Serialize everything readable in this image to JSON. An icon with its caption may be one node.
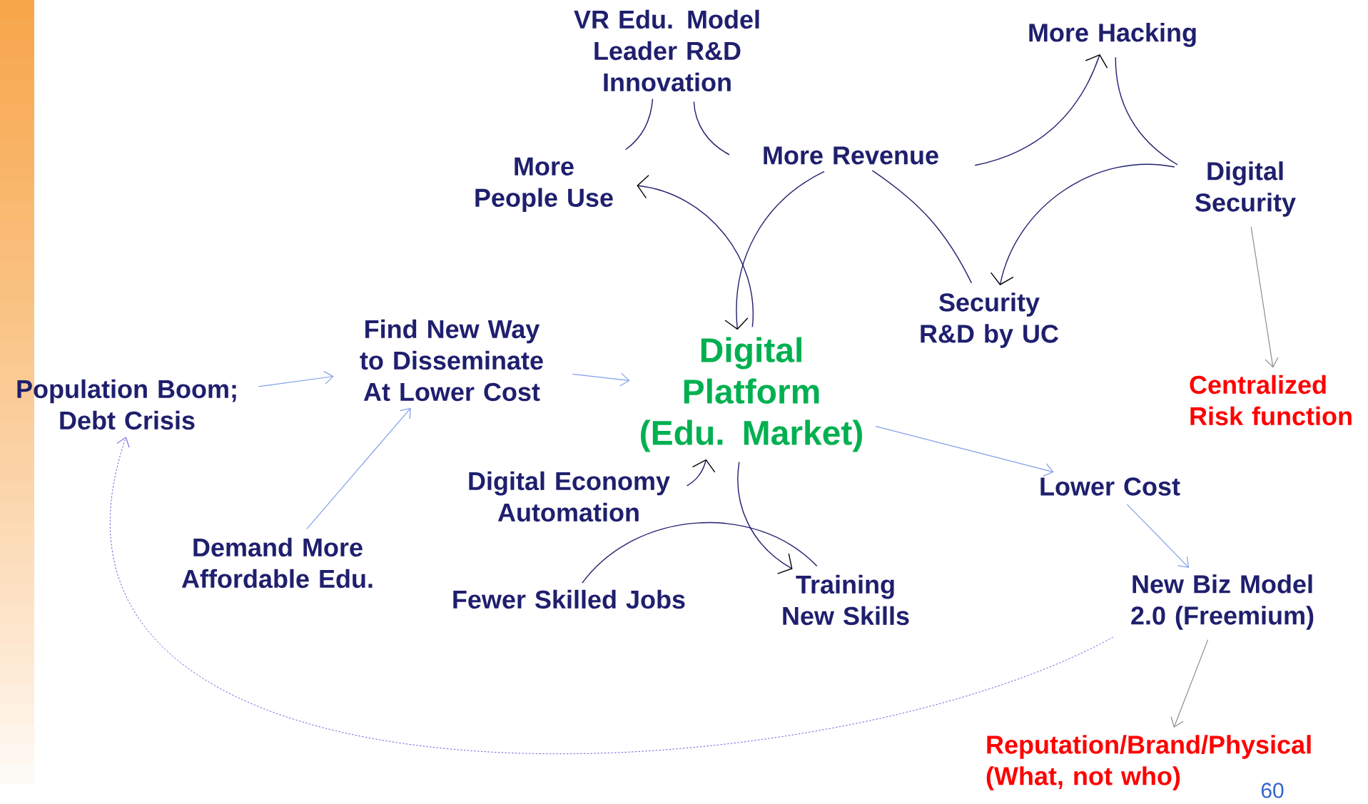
{
  "diagram": {
    "nodes": [
      {
        "text": [
          "VR Edu. Model Leader R&D Innovation"
        ]
      },
      {
        "text": [
          "More Hacking"
        ]
      },
      {
        "text": [
          "More People Use"
        ]
      },
      {
        "text": [
          "More Revenue"
        ]
      },
      {
        "text": [
          "Digital Security"
        ]
      },
      {
        "text": [
          "Security R&D by UC"
        ]
      },
      {
        "text": [
          "Find New Way to Disseminate At Lower Cost"
        ]
      },
      {
        "text": [
          "Digital Platform (Edu. Market)"
        ]
      },
      {
        "text": [
          "Population Boom; Debt Crisis"
        ]
      },
      {
        "text": [
          "Centralized Risk function"
        ]
      },
      {
        "text": [
          "Lower Cost"
        ]
      },
      {
        "text": [
          "Digital Economy Automation"
        ]
      },
      {
        "text": [
          "Demand More Affordable Edu."
        ]
      },
      {
        "text": [
          "Fewer Skilled Jobs"
        ]
      },
      {
        "text": [
          "Training New Skills"
        ]
      },
      {
        "text": [
          "New Biz Model 2.0 (Freemium)"
        ]
      },
      {
        "text": [
          "Reputation/Brand/Physical (What, not who)"
        ]
      }
    ],
    "edges": [
      {
        "from": 7,
        "to": 2,
        "arrow": "to"
      },
      {
        "from": 2,
        "to": 0,
        "arrow": "none"
      },
      {
        "from": 0,
        "to": 3,
        "arrow": "none"
      },
      {
        "from": 3,
        "to": 7,
        "arrow": "to"
      },
      {
        "from": 3,
        "to": 1,
        "arrow": "to"
      },
      {
        "from": 1,
        "to": 4,
        "arrow": "none"
      },
      {
        "from": 4,
        "to": 5,
        "arrow": "to"
      },
      {
        "from": 5,
        "to": 3,
        "arrow": "none"
      },
      {
        "from": 7,
        "to": 14,
        "arrow": "to"
      },
      {
        "from": 14,
        "to": 13,
        "arrow": "none"
      },
      {
        "from": 11,
        "to": 7,
        "arrow": "to"
      },
      {
        "from": 8,
        "to": 6,
        "arrow": "to",
        "color": "#7f9fe8"
      },
      {
        "from": 12,
        "to": 6,
        "arrow": "to",
        "color": "#7f9fe8"
      },
      {
        "from": 6,
        "to": 7,
        "arrow": "to",
        "color": "#7f9fe8"
      },
      {
        "from": 7,
        "to": 10,
        "arrow": "to",
        "color": "#7f9fe8"
      },
      {
        "from": 10,
        "to": 15,
        "arrow": "to",
        "color": "#7f9fe8"
      },
      {
        "from": 4,
        "to": 9,
        "arrow": "to",
        "color": "#8c8c8c"
      },
      {
        "from": 15,
        "to": 16,
        "arrow": "to",
        "color": "#8c8c8c"
      },
      {
        "from": 15,
        "to": 8,
        "arrow": "to",
        "style": "dashed",
        "color": "#3a3ad0"
      }
    ],
    "labels": [
      "60"
    ]
  }
}
